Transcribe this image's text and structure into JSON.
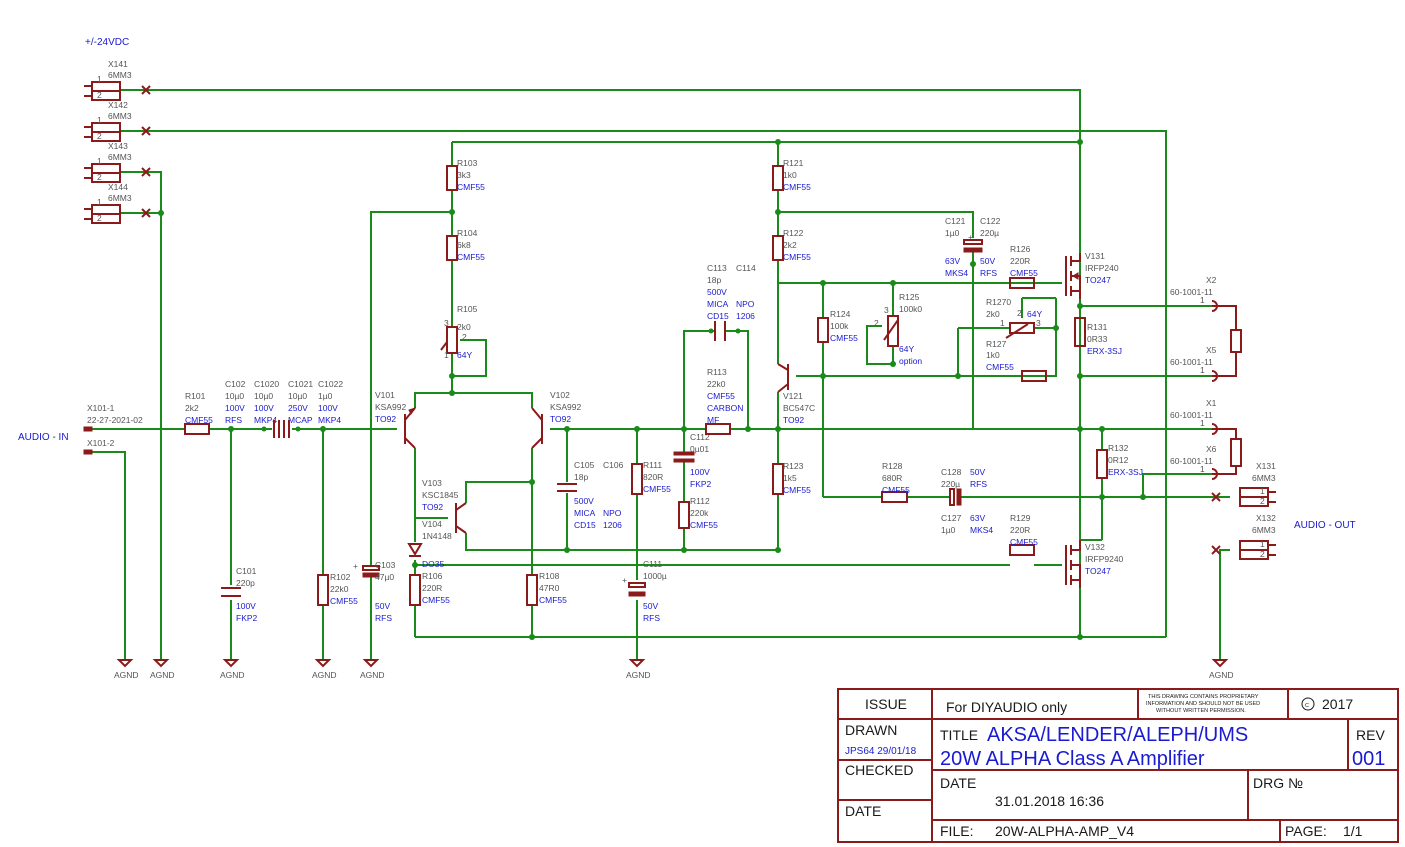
{
  "supply_label": "+/-24VDC",
  "audio_in_label": "AUDIO - IN",
  "audio_out_label": "AUDIO - OUT",
  "ground_label": "AGND",
  "connectors": [
    {
      "ref": "X141",
      "type": "6MM3"
    },
    {
      "ref": "X142",
      "type": "6MM3"
    },
    {
      "ref": "X143",
      "type": "6MM3"
    },
    {
      "ref": "X144",
      "type": "6MM3"
    },
    {
      "ref": "X131",
      "type": "6MM3"
    },
    {
      "ref": "X132",
      "type": "6MM3"
    },
    {
      "ref": "X2",
      "type": "60-1001-11"
    },
    {
      "ref": "X5",
      "type": "60-1001-11"
    },
    {
      "ref": "X1",
      "type": "60-1001-11"
    },
    {
      "ref": "X6",
      "type": "60-1001-11"
    }
  ],
  "input_connector": {
    "ref1": "X101-1",
    "part": "22-27-2021-02",
    "ref2": "X101-2"
  },
  "components": [
    {
      "ref": "R101",
      "value": "2k2",
      "type": "CMF55"
    },
    {
      "ref": "C102",
      "value": "10µ0",
      "v": "100V",
      "type": "RFS"
    },
    {
      "ref": "C1020",
      "value": "10µ0",
      "v": "100V",
      "type": "MKP4"
    },
    {
      "ref": "C1021",
      "value": "10µ0",
      "v": "250V",
      "type": "MCAP"
    },
    {
      "ref": "C1022",
      "value": "1µ0",
      "v": "100V",
      "type": "MKP4"
    },
    {
      "ref": "C101",
      "value": "220p",
      "v": "100V",
      "type": "FKP2"
    },
    {
      "ref": "R102",
      "value": "22k0",
      "type": "CMF55"
    },
    {
      "ref": "C103",
      "value": "47µ0",
      "v": "50V",
      "type": "RFS"
    },
    {
      "ref": "R103",
      "value": "3k3",
      "type": "CMF55"
    },
    {
      "ref": "R104",
      "value": "6k8",
      "type": "CMF55"
    },
    {
      "ref": "R105",
      "value": "2k0",
      "type": "64Y"
    },
    {
      "ref": "V101",
      "value": "KSA992",
      "type": "TO92"
    },
    {
      "ref": "V102",
      "value": "KSA992",
      "type": "TO92"
    },
    {
      "ref": "V103",
      "value": "KSC1845",
      "type": "TO92"
    },
    {
      "ref": "V104",
      "value": "1N4148",
      "type": "DO35"
    },
    {
      "ref": "R106",
      "value": "220R",
      "type": "CMF55"
    },
    {
      "ref": "R108",
      "value": "47R0",
      "type": "CMF55"
    },
    {
      "ref": "C105",
      "value": "18p",
      "v": "500V",
      "type": "MICA"
    },
    {
      "ref": "C106",
      "value": "",
      "v": "NPO",
      "type": "1206"
    },
    {
      "ref": "R111",
      "value": "820R",
      "type": "CMF55"
    },
    {
      "ref": "C111",
      "value": "1000µ",
      "v": "50V",
      "type": "RFS"
    },
    {
      "ref": "C112",
      "value": "0µ01",
      "v": "100V",
      "type": "FKP2"
    },
    {
      "ref": "R112",
      "value": "220k",
      "type": "CMF55"
    },
    {
      "ref": "C113",
      "value": "18p",
      "v": "500V",
      "type": "MICA"
    },
    {
      "ref": "C114",
      "value": "",
      "v": "NPO",
      "type": "1206"
    },
    {
      "ref": "R113",
      "value": "22k0",
      "type": "CMF55",
      "type2": "CARBON",
      "type3": "MF"
    },
    {
      "ref": "R121",
      "value": "1k0",
      "type": "CMF55"
    },
    {
      "ref": "R122",
      "value": "2k2",
      "type": "CMF55"
    },
    {
      "ref": "R123",
      "value": "1k5",
      "type": "CMF55"
    },
    {
      "ref": "V121",
      "value": "BC547C",
      "type": "TO92"
    },
    {
      "ref": "R124",
      "value": "100k",
      "type": "CMF55"
    },
    {
      "ref": "R125",
      "value": "100k0",
      "type": "64Y",
      "extra": "option"
    },
    {
      "ref": "C121",
      "value": "1µ0",
      "v": "63V",
      "type": "MKS4"
    },
    {
      "ref": "C122",
      "value": "220µ",
      "v": "50V",
      "type": "RFS"
    },
    {
      "ref": "R126",
      "value": "220R",
      "type": "CMF55"
    },
    {
      "ref": "R1270",
      "value": "2k0",
      "type": "64Y"
    },
    {
      "ref": "R127",
      "value": "1k0",
      "type": "CMF55"
    },
    {
      "ref": "V131",
      "value": "IRFP240",
      "type": "TO247"
    },
    {
      "ref": "R131",
      "value": "0R33",
      "type": "ERX-3SJ"
    },
    {
      "ref": "R132",
      "value": "0R12",
      "type": "ERX-3SJ"
    },
    {
      "ref": "R128",
      "value": "680R",
      "type": "CMF55"
    },
    {
      "ref": "C128",
      "value": "220µ",
      "v": "50V",
      "type": "RFS"
    },
    {
      "ref": "C127",
      "value": "1µ0",
      "v": "63V",
      "type": "MKS4"
    },
    {
      "ref": "R129",
      "value": "220R",
      "type": "CMF55"
    },
    {
      "ref": "V132",
      "value": "IRFP9240",
      "type": "TO247"
    }
  ],
  "title_block": {
    "issue_label": "ISSUE",
    "issue_value": "For DIYAUDIO only",
    "notice": [
      "THIS DRAWING CONTAINS PROPRIETARY",
      "INFORMATION AND SHOULD NOT BE USED",
      "WITHOUT WRITTEN PERMISSION."
    ],
    "copyright": "2017",
    "drawn_label": "DRAWN",
    "drawn_value": "JPS64 29/01/18",
    "checked_label": "CHECKED",
    "date_label_left": "DATE",
    "title_label": "TITLE",
    "title_line1": "AKSA/LENDER/ALEPH/UMS",
    "title_line2": "20W ALPHA Class A Amplifier",
    "rev_label": "REV",
    "rev_value": "001",
    "date_label": "DATE",
    "date_value": "31.01.2018 16:36",
    "drg_label": "DRG №",
    "file_label": "FILE:",
    "file_value": "20W-ALPHA-AMP_V4",
    "page_label": "PAGE:",
    "page_value": "1/1"
  }
}
